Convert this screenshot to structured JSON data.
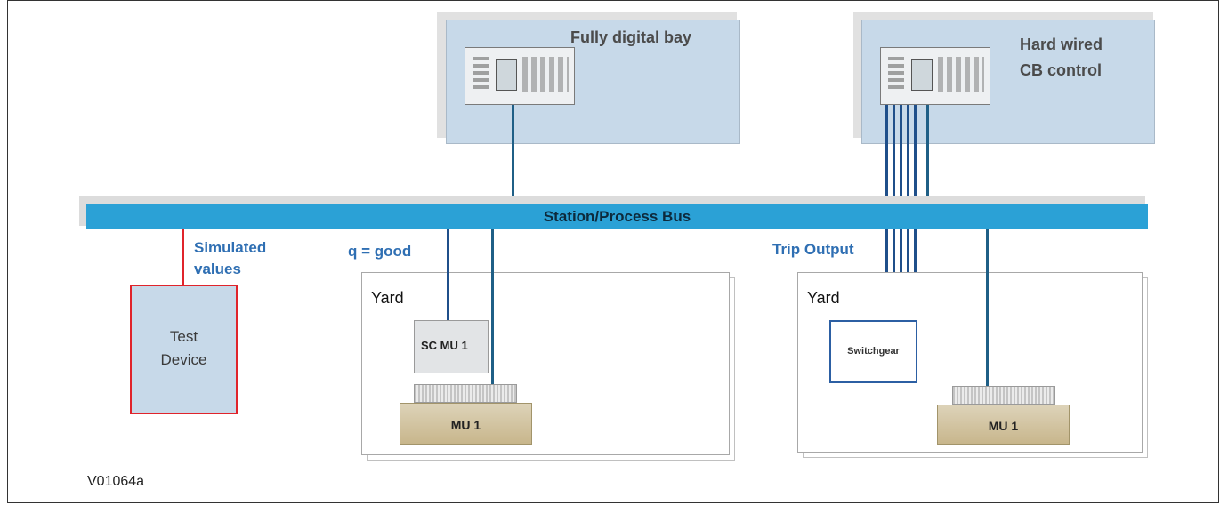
{
  "bays": {
    "left": {
      "title": "Fully digital bay"
    },
    "right": {
      "title_line1": "Hard wired",
      "title_line2": "CB control"
    }
  },
  "bus": {
    "label": "Station/Process Bus"
  },
  "labels": {
    "simulated_line1": "Simulated",
    "simulated_line2": "values",
    "quality": "q = good",
    "trip_output": "Trip Output"
  },
  "test_device": {
    "line1": "Test",
    "line2": "Device"
  },
  "yards": {
    "left": {
      "label": "Yard",
      "sc_mu": "SC MU 1",
      "mu": "MU 1"
    },
    "right": {
      "label": "Yard",
      "switchgear": "Switchgear",
      "mu": "MU 1"
    }
  },
  "figure_id": "V01064a",
  "colors": {
    "bus": "#2ba1d6",
    "bay_fill": "#c7d9e9",
    "test_border": "#e0242b",
    "link_label": "#2f6fb3",
    "wire": "#1f4f8a"
  }
}
